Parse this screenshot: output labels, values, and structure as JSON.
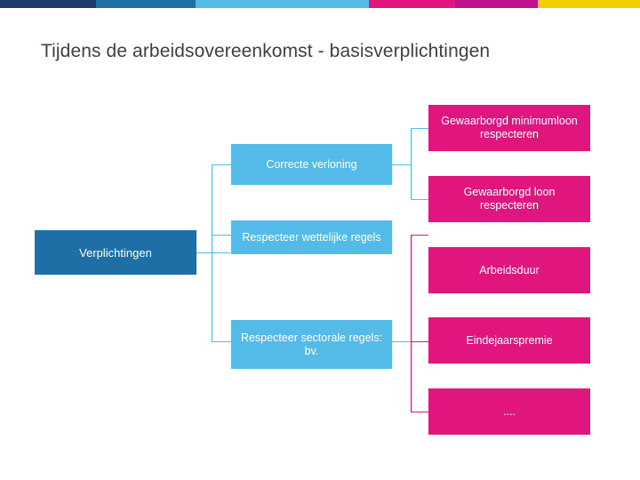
{
  "topbar": {
    "segments": [
      {
        "color": "#1f3a6e",
        "width": 108
      },
      {
        "color": "#1d6fa5",
        "width": 112
      },
      {
        "color": "#54bbe8",
        "width": 195
      },
      {
        "color": "#e0157d",
        "width": 97
      },
      {
        "color": "#c0118c",
        "width": 93
      },
      {
        "color": "#f0d000",
        "width": 115
      }
    ]
  },
  "slide": {
    "title": "Tijdens de arbeidsovereenkomst - basisverplichtingen"
  },
  "diagram": {
    "root": {
      "label": "Verplichtingen"
    },
    "branches": [
      {
        "label": "Correcte verloning",
        "children": [
          {
            "label": "Gewaarborgd minimumloon respecteren"
          },
          {
            "label": "Gewaarborgd loon respecteren"
          }
        ]
      },
      {
        "label": "Respecteer wettelijke regels",
        "children": []
      },
      {
        "label": "Respecteer sectorale regels: bv.",
        "children": [
          {
            "label": "Arbeidsduur"
          },
          {
            "label": "Eindejaarspremie"
          },
          {
            "label": "...."
          }
        ]
      }
    ]
  },
  "colors": {
    "root": "#1d6fa5",
    "mid": "#54bbe8",
    "leaf": "#e0157d",
    "title": "#3f3f3f"
  }
}
